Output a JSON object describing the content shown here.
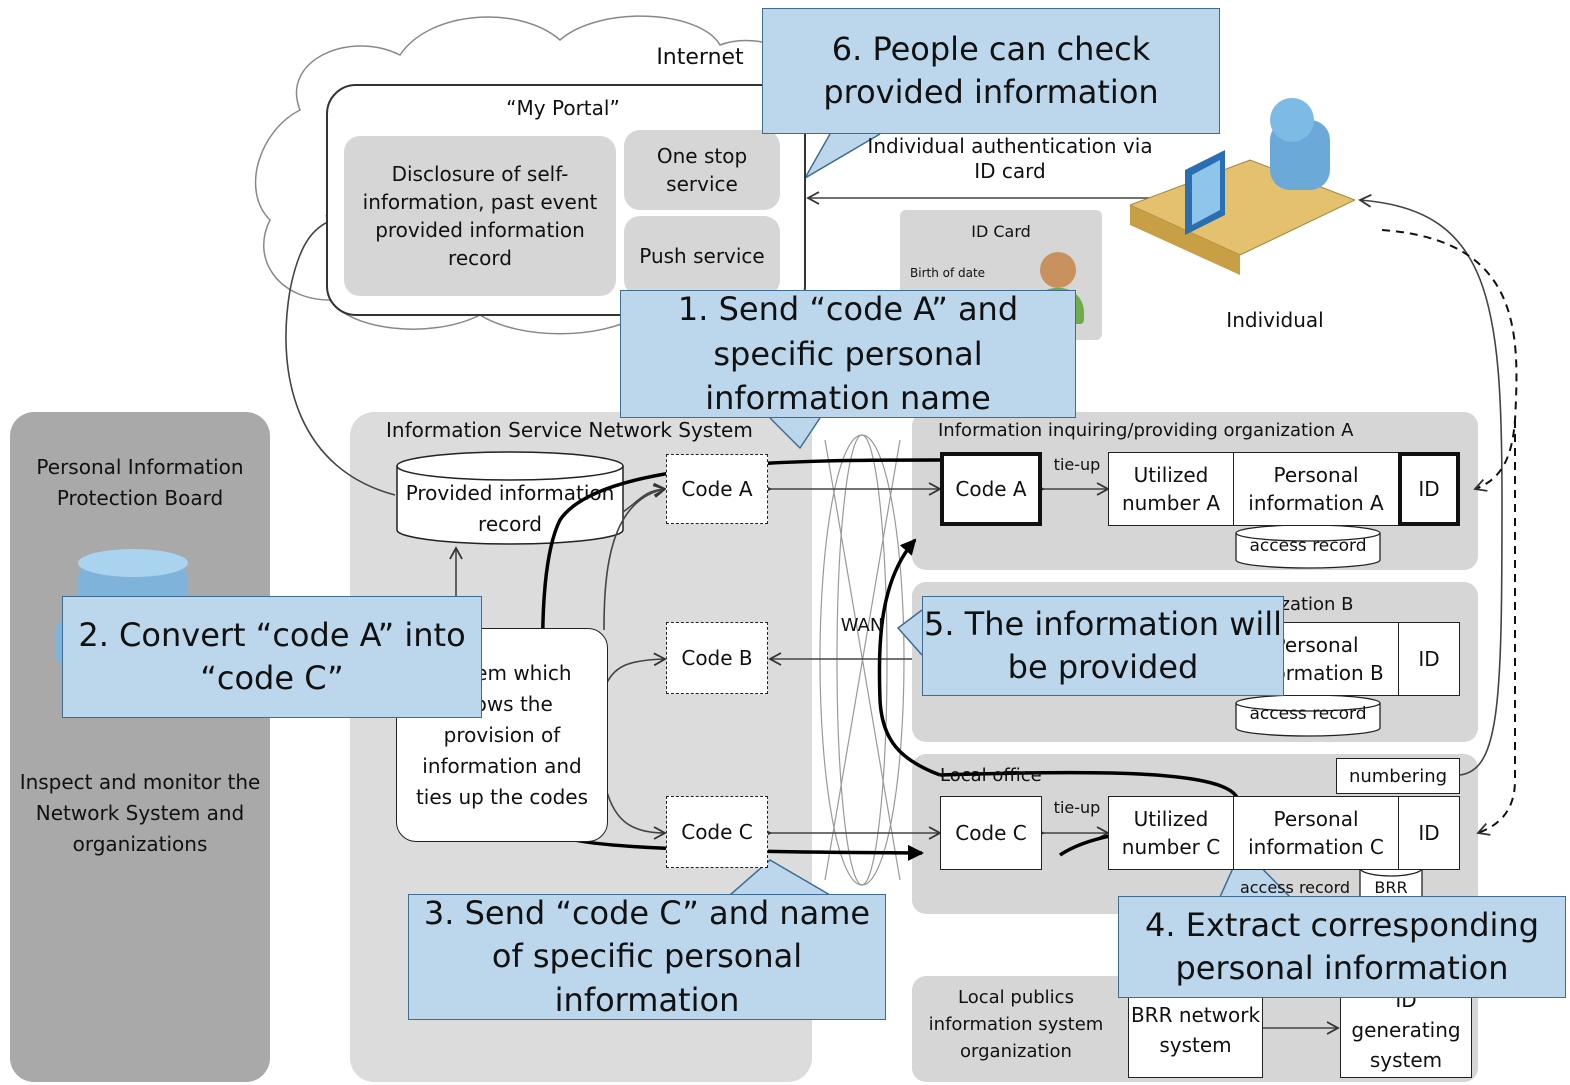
{
  "internet": "Internet",
  "portal": {
    "title": "“My Portal”",
    "disclosure": "Disclosure of self-information, past event provided information record",
    "one_stop": "One stop service",
    "push": "Push service"
  },
  "auth_label": "Individual authentication via ID card",
  "id_card": {
    "title": "ID Card",
    "birth": "Birth of date"
  },
  "individual": "Individual",
  "board": {
    "title": "Personal Information Protection Board",
    "desc": "Inspect and monitor the Network System and organizations"
  },
  "isns": {
    "title": "Information Service Network System",
    "provided_record": "Provided information record",
    "system_desc": "System which allows the provision of information and ties up the codes",
    "code_a": "Code A",
    "code_b": "Code B",
    "code_c": "Code C"
  },
  "wan": "WAN",
  "org_a": {
    "title": "Information inquiring/providing organization A",
    "code": "Code A",
    "tie_up": "tie-up",
    "utilized": "Utilized number A",
    "personal": "Personal information A",
    "id": "ID",
    "access": "access record"
  },
  "org_b": {
    "title": "Information inquiring/providing organization B",
    "personal": "Personal information B",
    "id": "ID",
    "access": "access record"
  },
  "local_office": {
    "title": "Local office",
    "numbering": "numbering",
    "code": "Code C",
    "tie_up": "tie-up",
    "utilized": "Utilized number C",
    "personal": "Personal information C",
    "id": "ID",
    "access": "access record",
    "brr": "BRR"
  },
  "local_publics": {
    "title": "Local publics information system organization",
    "brr_system": "BRR network system",
    "id_system": "ID generating system"
  },
  "callouts": {
    "c1": "1. Send “code A” and specific personal information name",
    "c2": "2. Convert “code A” into “code C”",
    "c3": "3. Send “code C” and name of specific personal information",
    "c4": "4. Extract corresponding personal information",
    "c5": "5. The information will be provided",
    "c6": "6. People can check provided information"
  }
}
